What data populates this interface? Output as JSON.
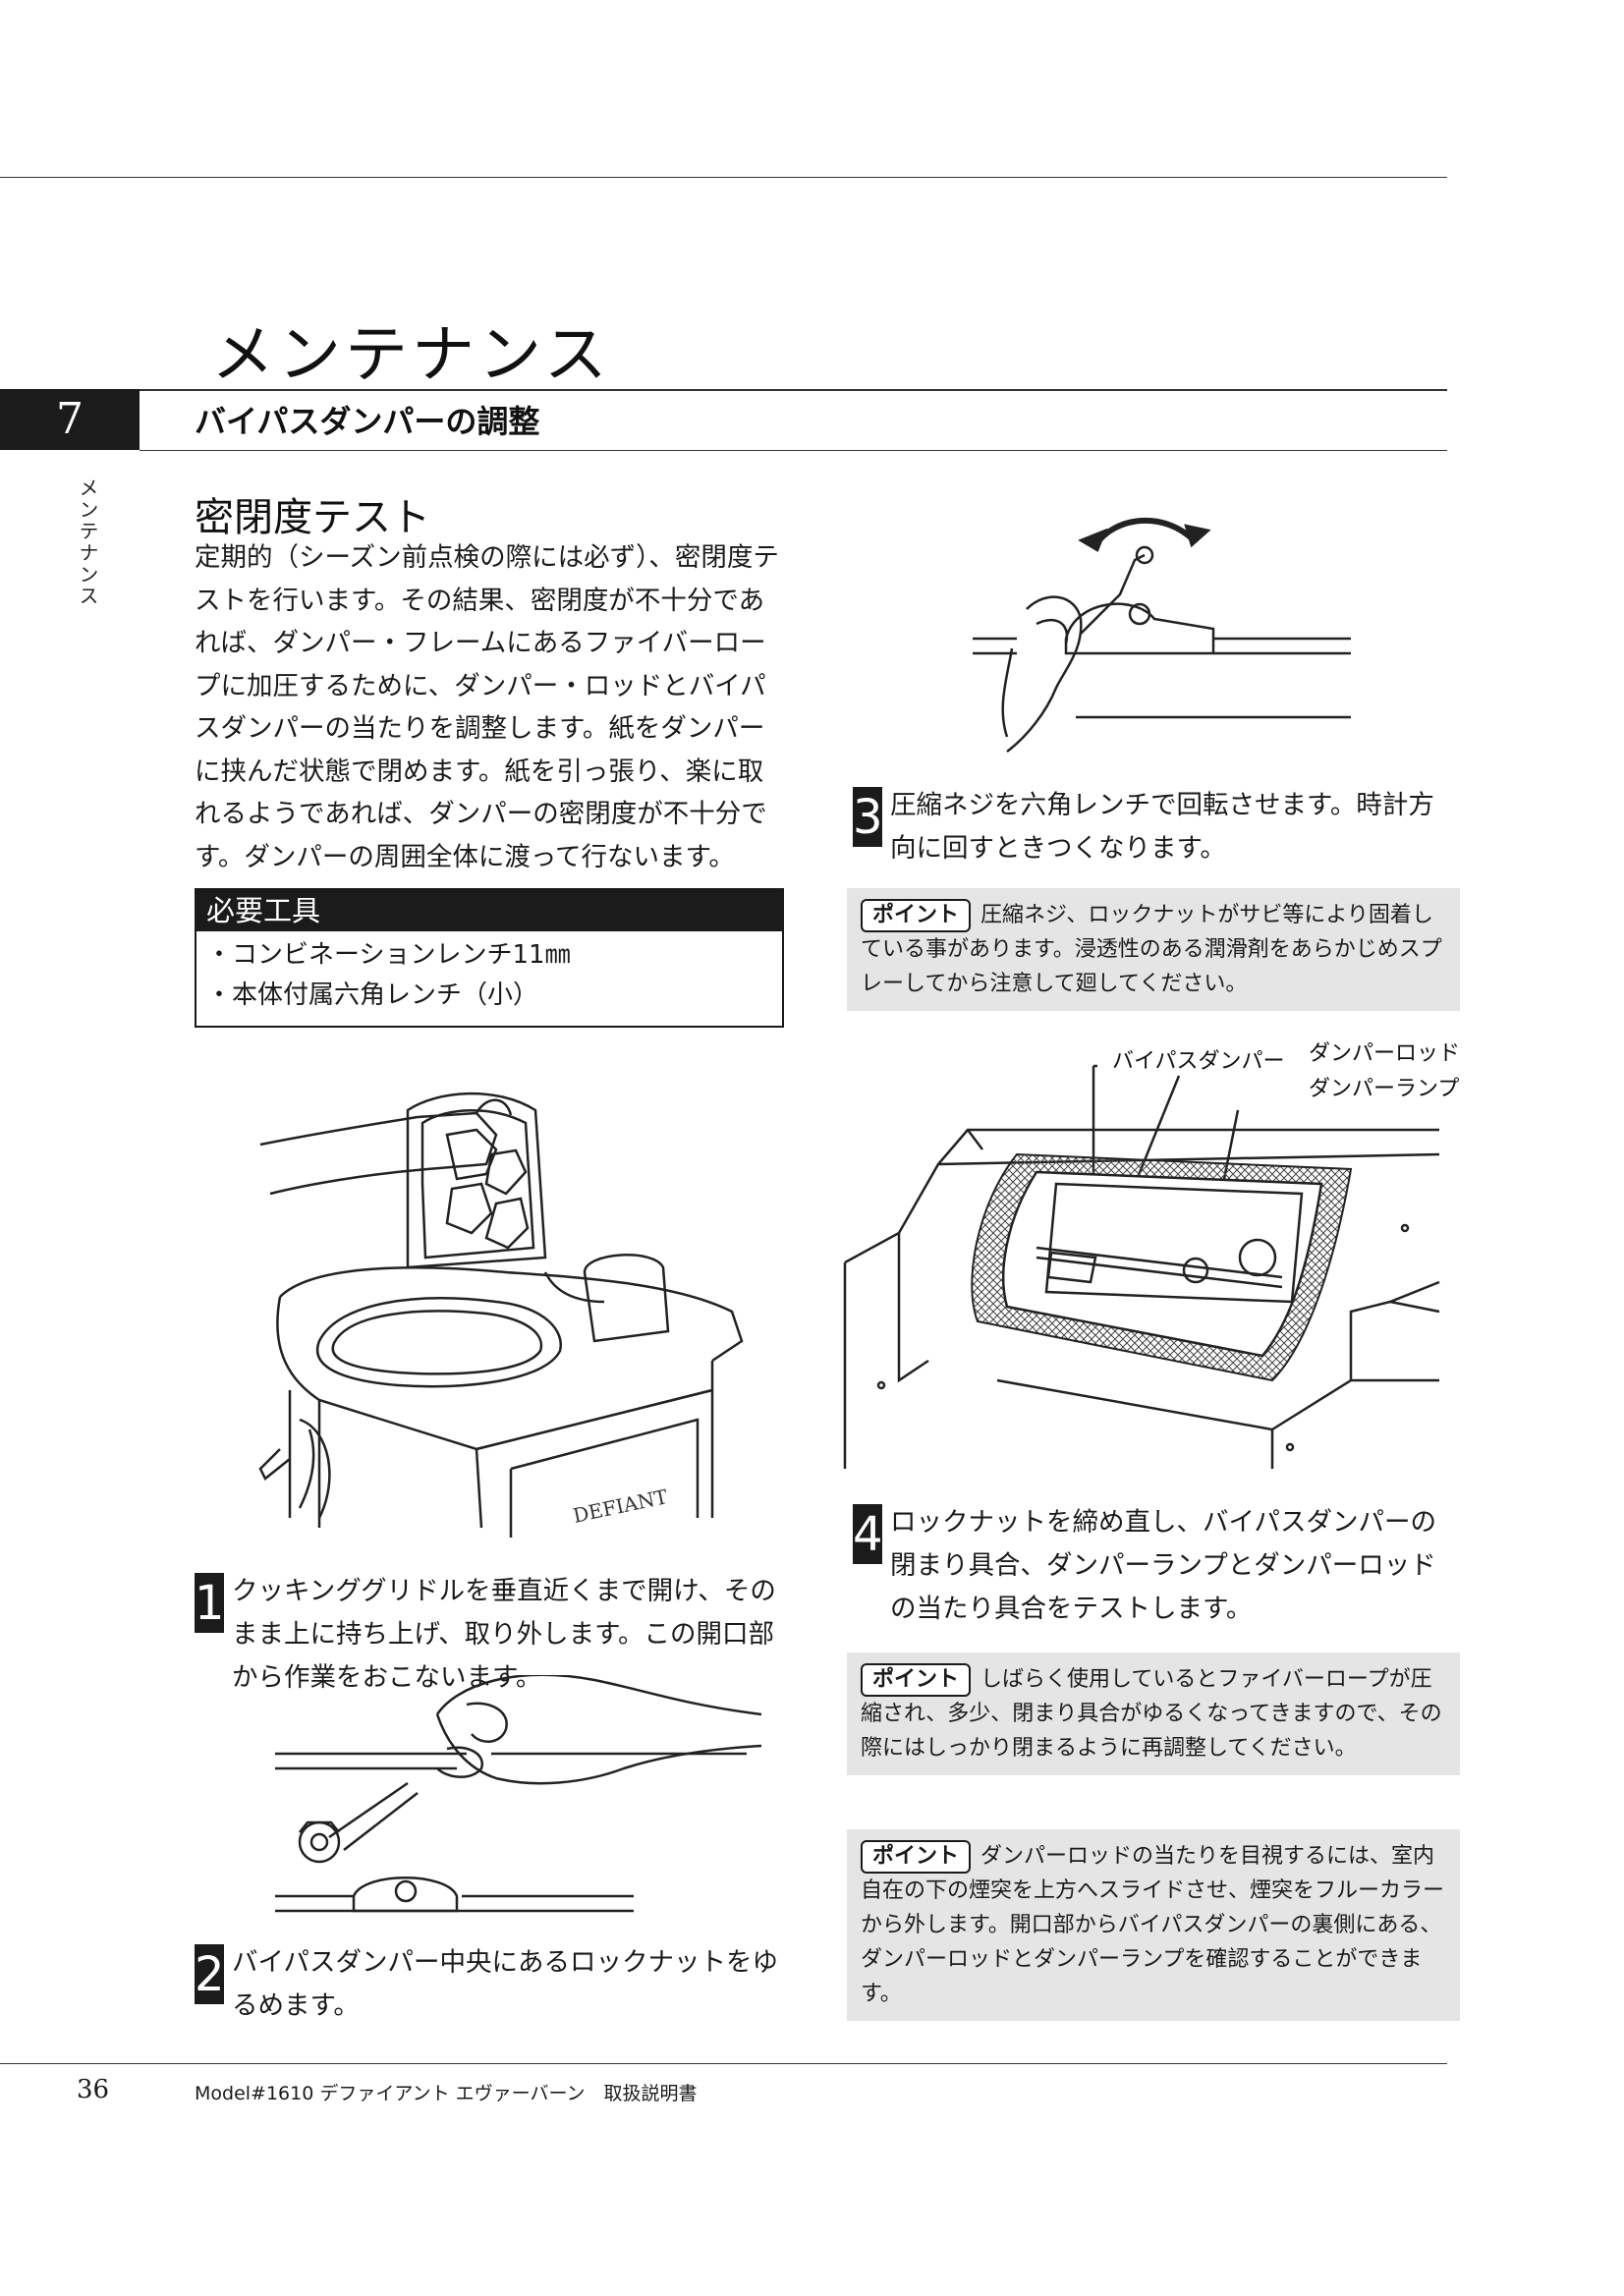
{
  "page": {
    "title": "メンテナンス",
    "chapter_number": "7",
    "section_title": "バイパスダンパーの調整",
    "side_label": "メンテナンス"
  },
  "intro": {
    "subtitle": "密閉度テスト",
    "paragraph": "定期的（シーズン前点検の際には必ず）、密閉度テストを行います。その結果、密閉度が不十分であれば、ダンパー・フレームにあるファイバーロープに加圧するために、ダンパー・ロッドとバイパスダンパーの当たりを調整します。紙をダンパーに挟んだ状態で閉めます。紙を引っ張り、楽に取れるようであれば、ダンパーの密閉度が不十分です。ダンパーの周囲全体に渡って行ないます。"
  },
  "tools": {
    "header": "必要工具",
    "items": [
      "・コンビネーションレンチ11㎜",
      "・本体付属六角レンチ（小）"
    ]
  },
  "figure_labels": {
    "stove_brand": "DEFIANT",
    "bypass_damper": "バイパスダンパー",
    "damper_rod": "ダンパーロッド",
    "damper_ramp": "ダンパーランプ"
  },
  "steps": [
    {
      "num": "1",
      "text": "クッキンググリドルを垂直近くまで開け、そのまま上に持ち上げ、取り外します。この開口部から作業をおこないます。"
    },
    {
      "num": "2",
      "text": "バイパスダンパー中央にあるロックナットをゆるめます。"
    },
    {
      "num": "3",
      "text": "圧縮ネジを六角レンチで回転させます。時計方向に回すときつくなります。"
    },
    {
      "num": "4",
      "text": "ロックナットを締め直し、バイパスダンパーの閉まり具合、ダンパーランプとダンパーロッドの当たり具合をテストします。"
    }
  ],
  "points": [
    {
      "badge": "ポイント",
      "text": "圧縮ネジ、ロックナットがサビ等により固着している事があります。浸透性のある潤滑剤をあらかじめスプレーしてから注意して廻してください。"
    },
    {
      "badge": "ポイント",
      "text": "しばらく使用しているとファイバーロープが圧縮され、多少、閉まり具合がゆるくなってきますので、その際にはしっかり閉まるように再調整してください。"
    },
    {
      "badge": "ポイント",
      "text": "ダンパーロッドの当たりを目視するには、室内自在の下の煙突を上方へスライドさせ、煙突をフルーカラーから外します。開口部からバイパスダンパーの裏側にある、ダンパーロッドとダンパーランプを確認することができます。"
    }
  ],
  "footer": {
    "page_number": "36",
    "doc_title": "Model#1610 デファイアント エヴァーバーン　取扱説明書"
  }
}
